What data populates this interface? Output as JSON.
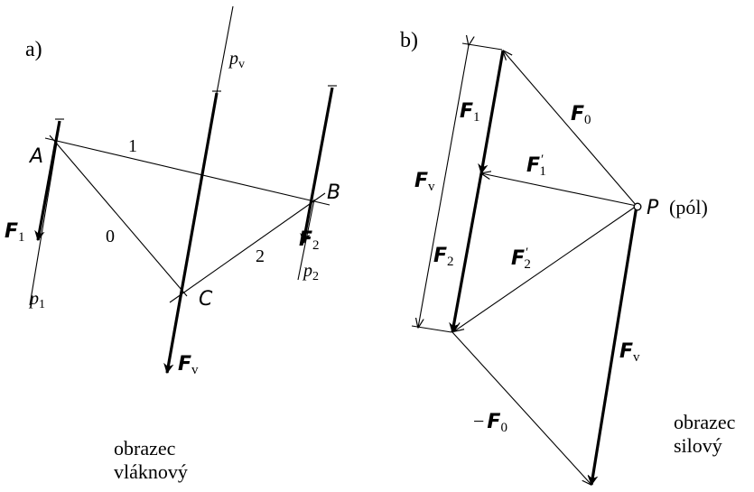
{
  "panel_a": {
    "label": "a)",
    "caption_line1": "obrazec",
    "caption_line2": "vláknový",
    "points": {
      "A": "A",
      "B": "B",
      "C": "C"
    },
    "rays": {
      "r0": "0",
      "r1": "1",
      "r2": "2"
    },
    "forces": {
      "F1": "F",
      "F1_sub": "1",
      "F2": "F",
      "F2_sub": "2",
      "Fv": "F",
      "Fv_sub": "v"
    },
    "lines": {
      "p1": "p",
      "p1_sub": "1",
      "p2": "p",
      "p2_sub": "2",
      "pv": "p",
      "pv_sub": "v"
    }
  },
  "panel_b": {
    "label": "b)",
    "caption_line1": "obrazec",
    "caption_line2": "silový",
    "pole": {
      "P": "P",
      "pole_text": "(pól)"
    },
    "forces": {
      "F0": "F",
      "F0_sub": "0",
      "F1": "F",
      "F1_sub": "1",
      "F1p": "F",
      "F1p_sub": "1",
      "F1p_prime": "′",
      "F2": "F",
      "F2_sub": "2",
      "F2p": "F",
      "F2p_sub": "2",
      "F2p_prime": "′",
      "Fv_left": "F",
      "Fv_left_sub": "v",
      "Fv_right": "F",
      "Fv_right_sub": "v",
      "minusF0_sign": "−",
      "minusF0": "F",
      "minusF0_sub": "0"
    }
  }
}
